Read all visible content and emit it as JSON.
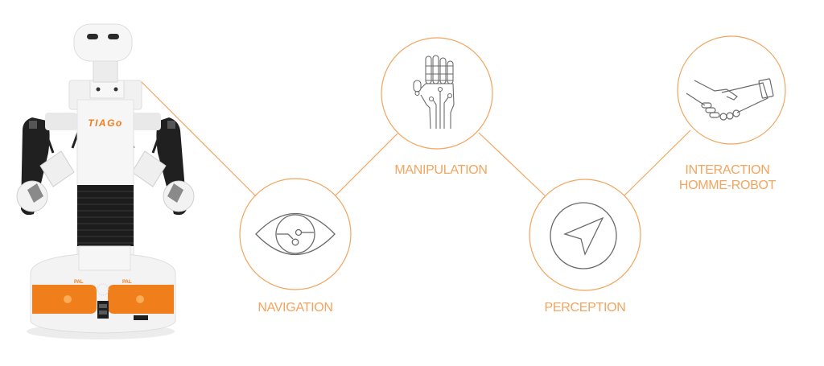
{
  "colors": {
    "accent": "#f2a55e",
    "icon_stroke": "#6b6b6b",
    "robot_orange": "#f07e1b",
    "robot_dark": "#1e1e1e",
    "robot_white": "#f4f4f4",
    "background": "#ffffff"
  },
  "robot": {
    "name": "TIAGo",
    "brand_badge": "PAL"
  },
  "capabilities": [
    {
      "id": "navigation",
      "label": "NAVIGATION",
      "icon": "eye-circuit-icon"
    },
    {
      "id": "manipulation",
      "label": "MANIPULATION",
      "icon": "robotic-hand-icon"
    },
    {
      "id": "perception",
      "label": "PERCEPTION",
      "icon": "navigation-arrow-icon"
    },
    {
      "id": "interaction",
      "label_line1": "INTERACTION",
      "label_line2": "HOMME-ROBOT",
      "icon": "handshake-icon"
    }
  ]
}
